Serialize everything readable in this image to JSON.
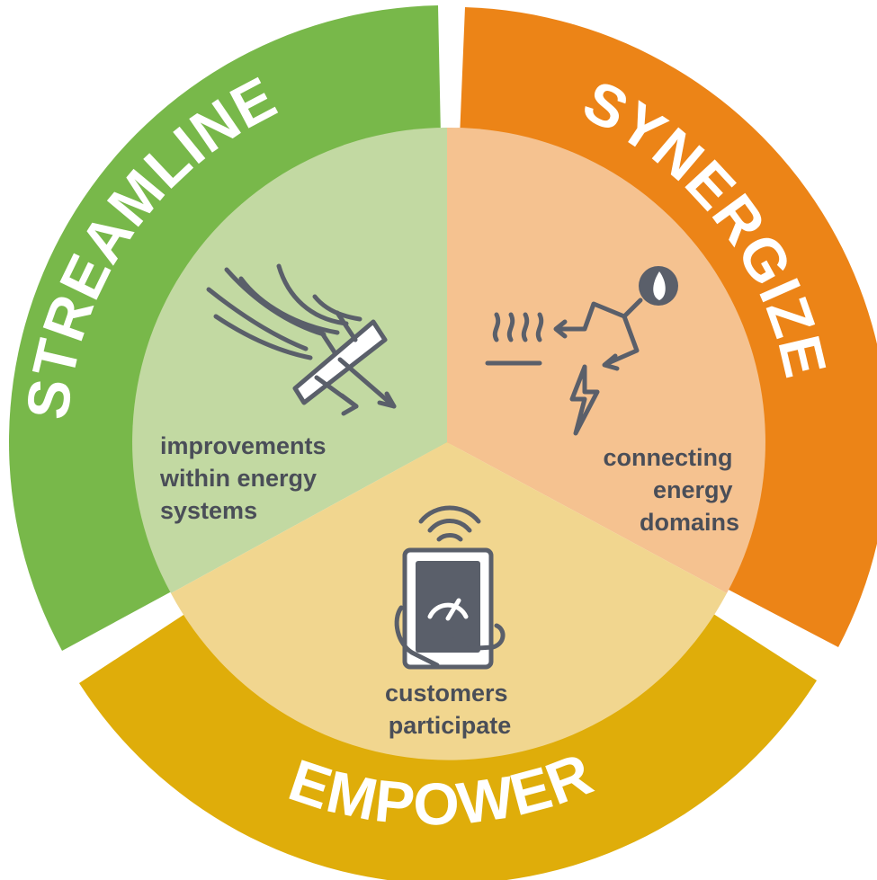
{
  "segments": [
    {
      "key": "streamline",
      "title": "STREAMLINE",
      "description_lines": [
        "improvements",
        "within energy",
        "systems"
      ],
      "outer_color": "#78b84a",
      "inner_color": "#c2d9a2",
      "icon": "wind-turbine-airflow-icon"
    },
    {
      "key": "synergize",
      "title": "SYNERGIZE",
      "description_lines": [
        "connecting",
        "energy",
        "domains"
      ],
      "outer_color": "#ec8417",
      "inner_color": "#f5c290",
      "icon": "energy-flow-heat-power-icon"
    },
    {
      "key": "empower",
      "title": "EMPOWER",
      "description_lines": [
        "customers",
        "participate"
      ],
      "outer_color": "#dfad0a",
      "inner_color": "#f1d68f",
      "icon": "smart-meter-tablet-icon"
    }
  ],
  "text_color": "#4a4e58",
  "icon_color": "#5a5f6a"
}
